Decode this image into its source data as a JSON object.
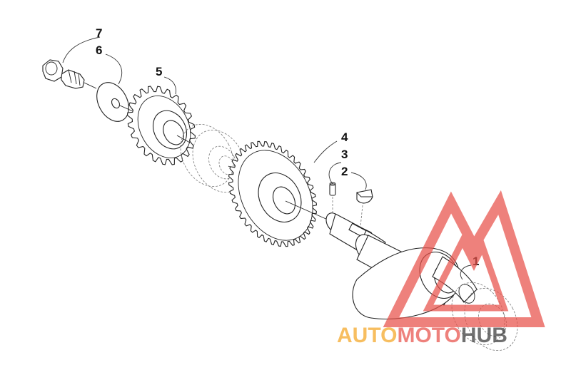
{
  "diagram": {
    "callouts": [
      {
        "id": "1",
        "label": "1"
      },
      {
        "id": "2",
        "label": "2"
      },
      {
        "id": "3",
        "label": "3"
      },
      {
        "id": "4",
        "label": "4"
      },
      {
        "id": "5",
        "label": "5"
      },
      {
        "id": "6",
        "label": "6"
      },
      {
        "id": "7",
        "label": "7"
      }
    ]
  },
  "watermark": {
    "part1": "AUTO",
    "part2": "MOTO",
    "part3": "HUB",
    "color_auto": "#f5a623",
    "color_moto": "#e8524a",
    "color_hub": "#3a3a3a",
    "logo_color": "#e8524a"
  }
}
